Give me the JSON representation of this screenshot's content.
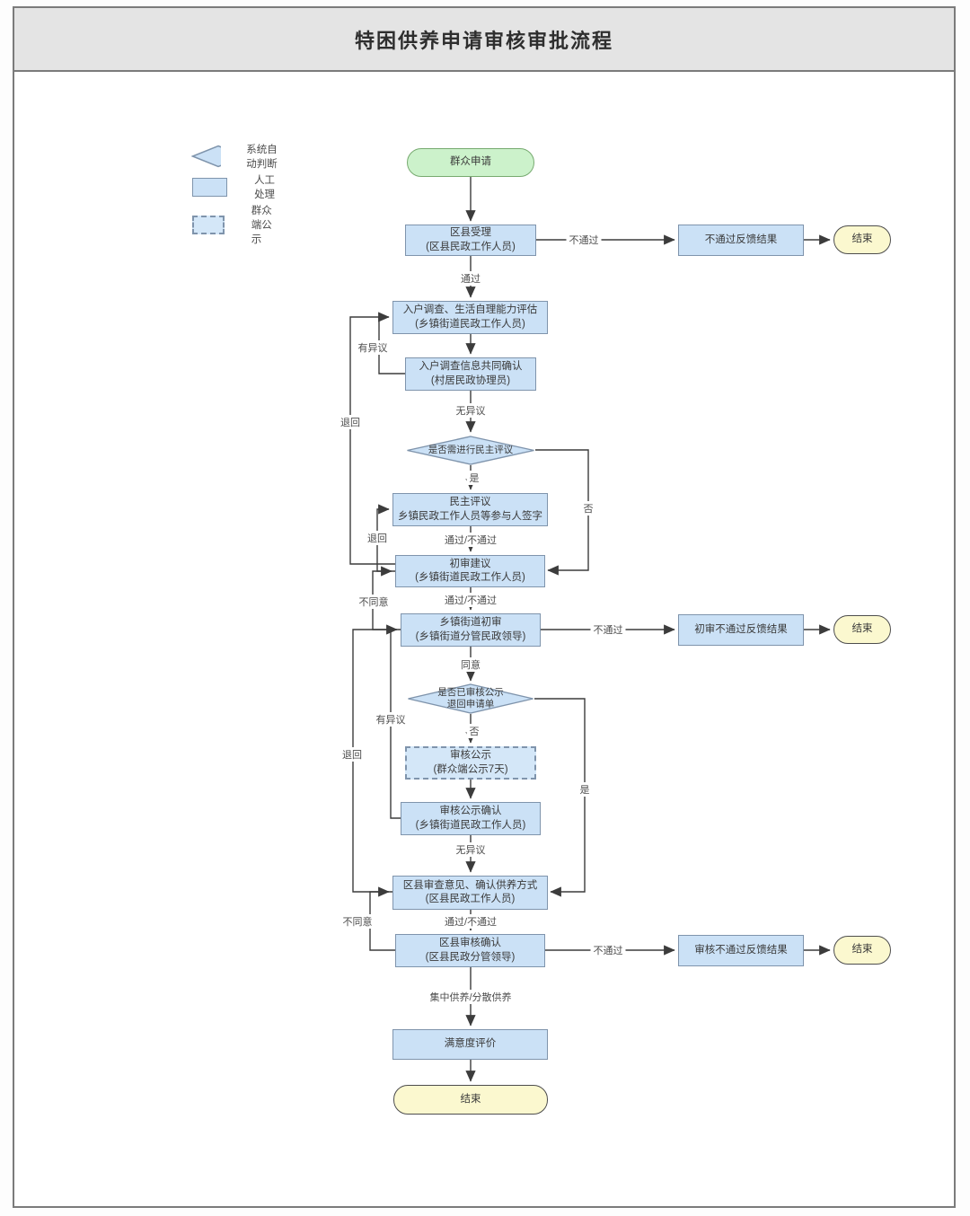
{
  "title": "特困供养申请审核审批流程",
  "legend": {
    "auto_decision": "系统自动判断",
    "manual_process": "人工处理",
    "public_display": "群众端公示"
  },
  "colors": {
    "process_fill": "#cbe1f6",
    "process_border": "#7f94ac",
    "start_fill": "#ccf2cb",
    "start_border": "#77aa70",
    "end_fill": "#fbf8cf",
    "title_bar": "#e4e4e4",
    "line": "#3c3c3c"
  },
  "nodes": {
    "start": "群众申请",
    "accept": {
      "line1": "区县受理",
      "line2": "(区县民政工作人员)"
    },
    "survey": {
      "line1": "入户调查、生活自理能力评估",
      "line2": "(乡镇街道民政工作人员)"
    },
    "survey_confirm": {
      "line1": "入户调查信息共同确认",
      "line2": "(村居民政协理员)"
    },
    "need_review": "是否需进行民主评议",
    "democratic": {
      "line1": "民主评议",
      "line2": "乡镇民政工作人员等参与人签字"
    },
    "initial_suggestion": {
      "line1": "初审建议",
      "line2": "(乡镇街道民政工作人员)"
    },
    "township_review": {
      "line1": "乡镇街道初审",
      "line2": "(乡镇街道分管民政领导)"
    },
    "publicized_check": {
      "line1": "是否已审核公示",
      "line2": "退回申请单"
    },
    "review_publicity": {
      "line1": "审核公示",
      "line2": "(群众端公示7天)"
    },
    "publicity_confirm": {
      "line1": "审核公示确认",
      "line2": "(乡镇街道民政工作人员)"
    },
    "county_opinion": {
      "line1": "区县审查意见、确认供养方式",
      "line2": "(区县民政工作人员)"
    },
    "county_confirm": {
      "line1": "区县审核确认",
      "line2": "(区县民政分管领导)"
    },
    "satisfaction": "满意度评价",
    "end_main": "结束",
    "feedback1": "不通过反馈结果",
    "end1": "结束",
    "feedback2": "初审不通过反馈结果",
    "end2": "结束",
    "feedback3": "审核不通过反馈结果",
    "end3": "结束"
  },
  "edge_labels": {
    "pass1": "通过",
    "fail1": "不通过",
    "objection1": "有异议",
    "no_objection1": "无异议",
    "return_outer": "退回",
    "yes1": "是",
    "no1": "否",
    "return_inner": "退回",
    "pass_fail1": "通过/不通过",
    "pass_fail2": "通过/不通过",
    "disagree1": "不同意",
    "fail2": "不通过",
    "agree": "同意",
    "no2": "否",
    "yes2": "是",
    "objection2": "有异议",
    "return2": "退回",
    "no_objection2": "无异议",
    "pass_fail3": "通过/不通过",
    "disagree2": "不同意",
    "fail3": "不通过",
    "support_mode": "集中供养/分散供养"
  }
}
